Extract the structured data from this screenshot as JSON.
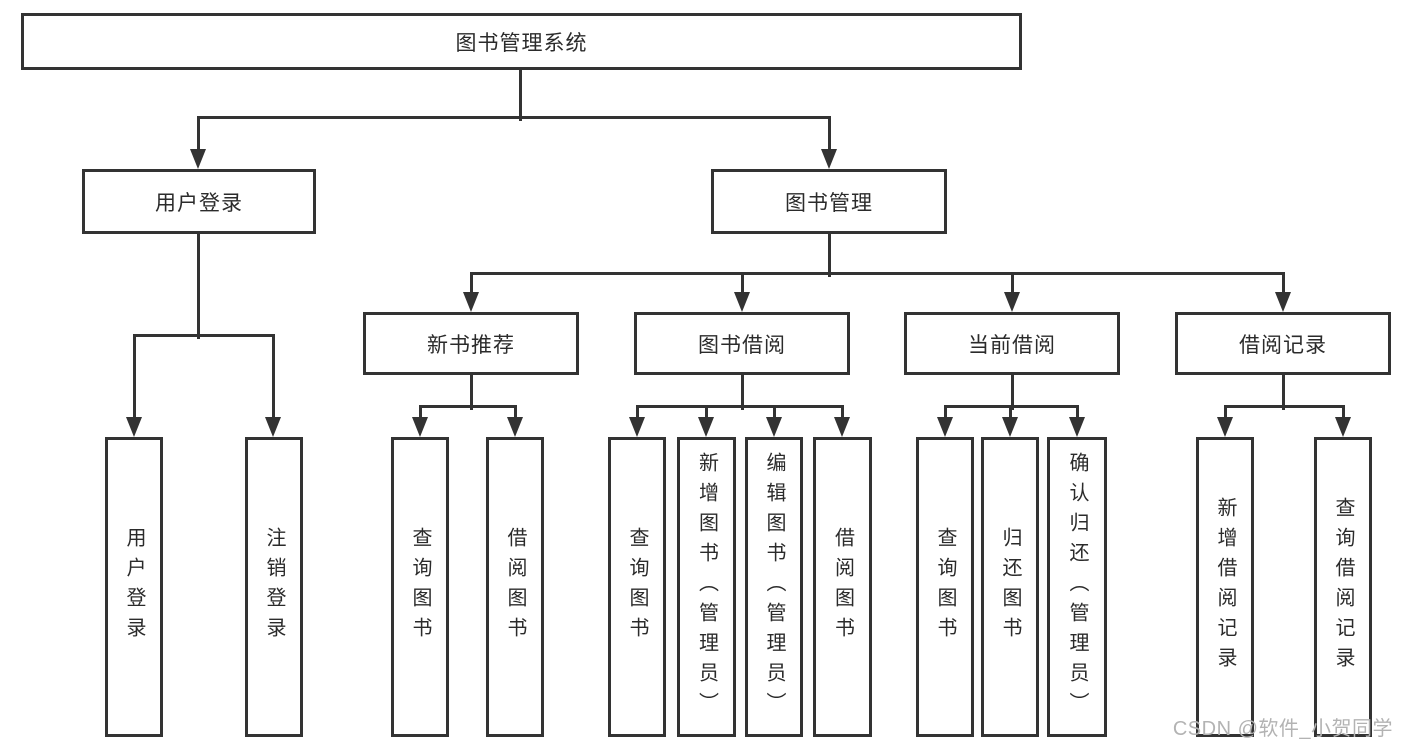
{
  "tree": {
    "label": "图书管理系统",
    "children": [
      {
        "label": "用户登录",
        "children": [
          {
            "label": "用户登录"
          },
          {
            "label": "注销登录"
          }
        ]
      },
      {
        "label": "图书管理",
        "children": [
          {
            "label": "新书推荐",
            "children": [
              {
                "label": "查询图书"
              },
              {
                "label": "借阅图书"
              }
            ]
          },
          {
            "label": "图书借阅",
            "children": [
              {
                "label": "查询图书"
              },
              {
                "label": "新增图书（管理员）"
              },
              {
                "label": "编辑图书（管理员）"
              },
              {
                "label": "借阅图书"
              }
            ]
          },
          {
            "label": "当前借阅",
            "children": [
              {
                "label": "查询图书"
              },
              {
                "label": "归还图书"
              },
              {
                "label": "确认归还（管理员）"
              }
            ]
          },
          {
            "label": "借阅记录",
            "children": [
              {
                "label": "新增借阅记录"
              },
              {
                "label": "查询借阅记录"
              }
            ]
          }
        ]
      }
    ]
  },
  "watermark": {
    "text": "CSDN @软件_小贺同学"
  },
  "colors": {
    "line": "#333333",
    "text": "#2b2b2b",
    "box_background": "#ffffff",
    "watermark": "#b3b3b3"
  }
}
